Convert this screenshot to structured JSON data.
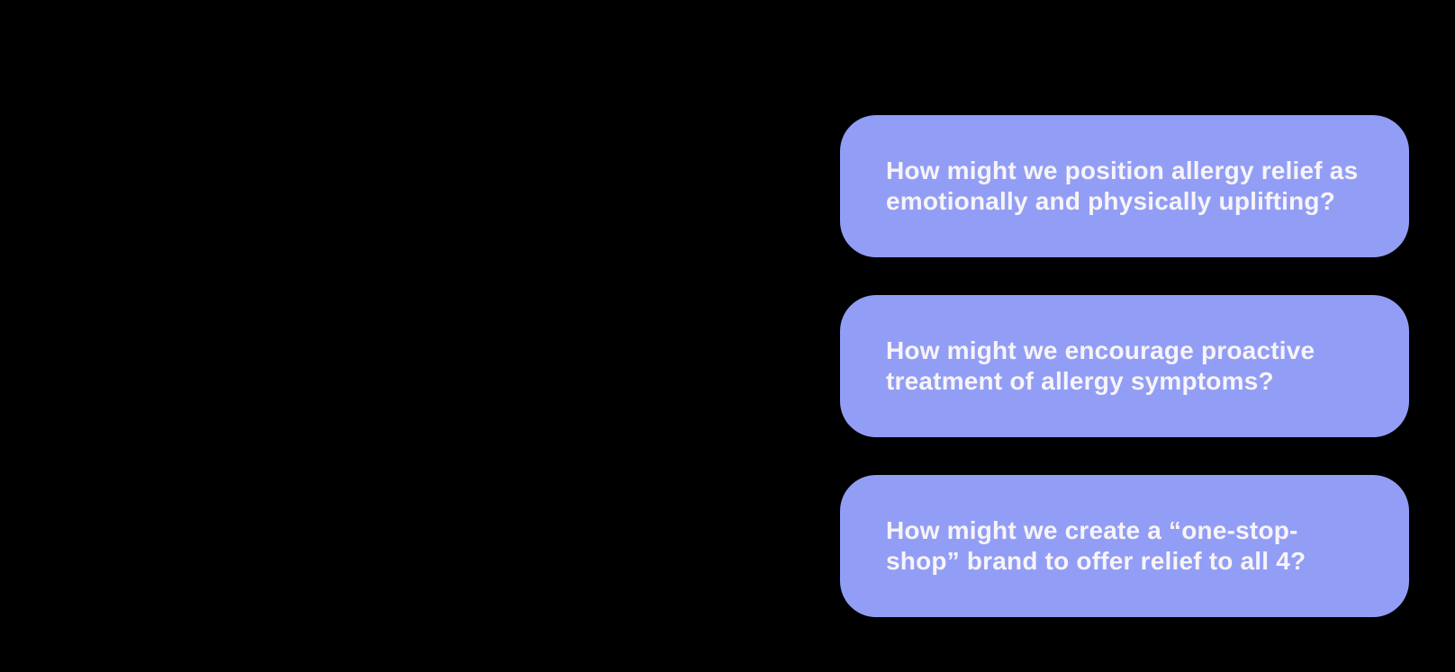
{
  "canvas": {
    "background_color": "#000000"
  },
  "colors": {
    "bg": "#000000",
    "card-bg": "#929EF5",
    "card-text": "#F7F4F8"
  },
  "cards": [
    {
      "full_text": "How might we position allergy relief as emotionally and physically uplifting?",
      "lines": [
        "How might we position allergy relief as",
        "emotionally and physically uplifting?"
      ]
    },
    {
      "full_text": "How might we encourage proactive treatment of allergy symptoms?",
      "lines": [
        "How might we encourage proactive",
        "treatment of allergy symptoms?"
      ]
    },
    {
      "full_text": "How might we create a “one-stop-shop” brand to offer relief to all 4?",
      "lines": [
        "How might we create a “one-stop-",
        "shop” brand to offer relief to all 4?"
      ]
    }
  ]
}
